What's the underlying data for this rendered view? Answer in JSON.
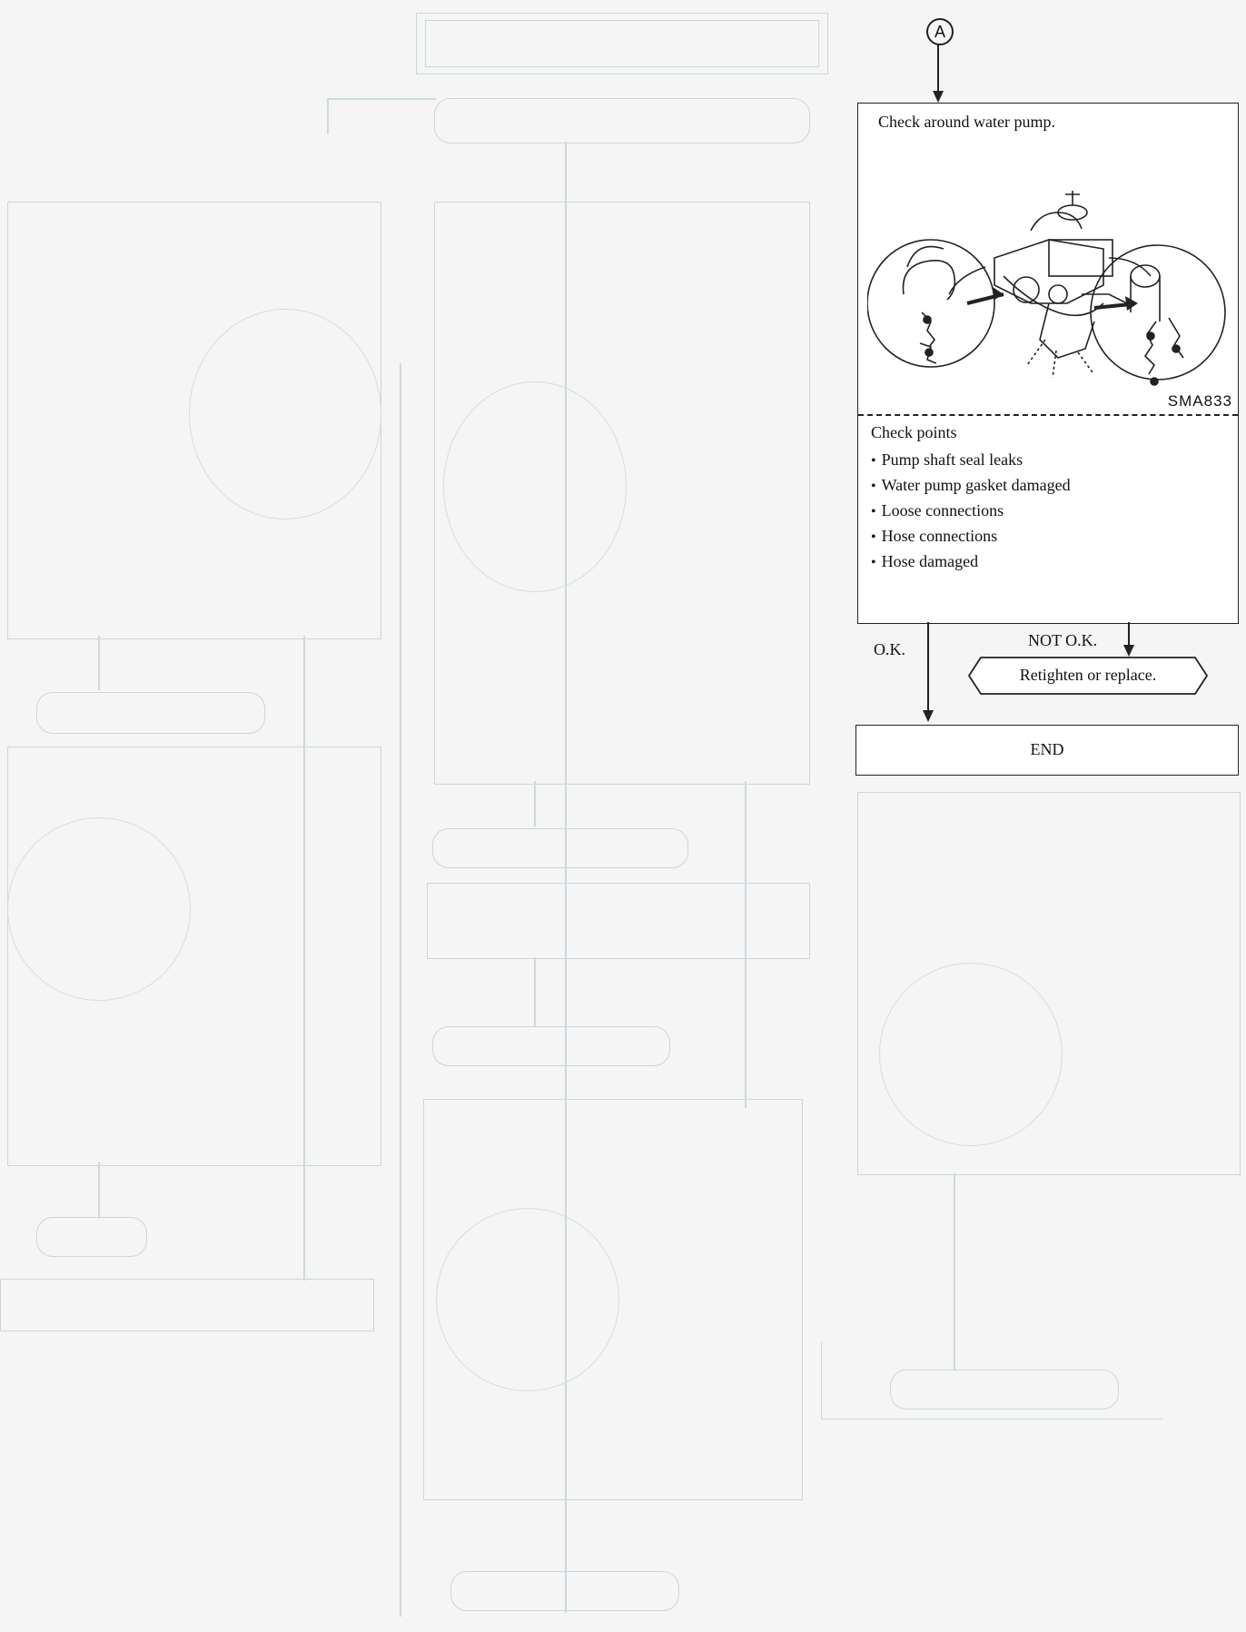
{
  "connector": {
    "label": "A"
  },
  "water_pump_box": {
    "title": "Check around water pump.",
    "figure_code": "SMA833",
    "check_points_label": "Check points",
    "check_points": [
      "Pump shaft seal leaks",
      "Water pump gasket damaged",
      "Loose connections",
      "Hose connections",
      "Hose damaged"
    ]
  },
  "branches": {
    "ok": "O.K.",
    "not_ok": "NOT O.K."
  },
  "action": {
    "label": "Retighten or replace."
  },
  "end": {
    "label": "END"
  },
  "colors": {
    "ink": "#111111",
    "ghost": "#c9d6df",
    "paper": "#f4f5f4"
  }
}
